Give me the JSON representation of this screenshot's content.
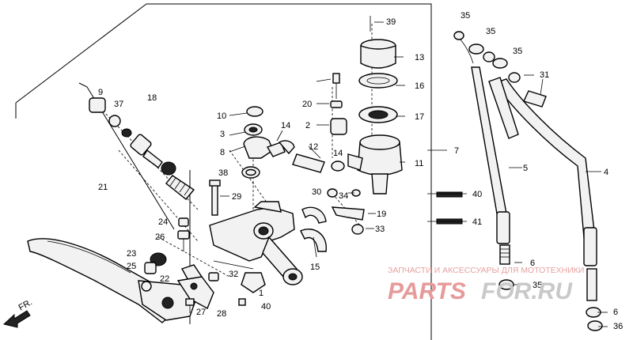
{
  "callouts": [
    "1",
    "2",
    "3",
    "4",
    "5",
    "6",
    "6",
    "7",
    "8",
    "9",
    "10",
    "11",
    "12",
    "13",
    "14",
    "14",
    "15",
    "16",
    "17",
    "18",
    "19",
    "20",
    "21",
    "22",
    "23",
    "24",
    "25",
    "26",
    "27",
    "28",
    "29",
    "30",
    "31",
    "32",
    "33",
    "34",
    "35",
    "35",
    "35",
    "35",
    "36",
    "37",
    "38",
    "39",
    "40",
    "40",
    "41"
  ],
  "fr_arrow": "FR.",
  "watermark": {
    "caption": "ЗАПЧАСТИ И АКСЕССУАРЫ ДЛЯ МОТОТЕХНИКИ",
    "brand": "PARTS",
    "brand_suffix": "FOR.RU"
  }
}
